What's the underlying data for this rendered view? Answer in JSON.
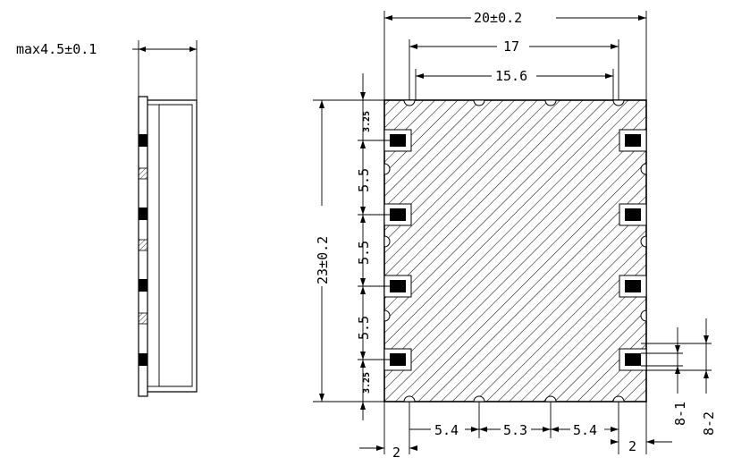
{
  "side_view": {
    "thickness_label": "max4.5±0.1"
  },
  "top_view": {
    "width_overall_label": "20±0.2",
    "width_pad_centers_label": "17",
    "width_inner_label": "15.6",
    "height_overall_label": "23±0.2",
    "edge_margin_top_label": "3.25",
    "edge_margin_bottom_label": "3.25",
    "pitch_labels": [
      "5.5",
      "5.5",
      "5.5"
    ],
    "bottom_spacing_labels": [
      "5.4",
      "5.3",
      "5.4"
    ],
    "bottom_left_offset_label": "2",
    "bottom_right_offset_label": "2",
    "pad_dim_1_label": "8-1",
    "pad_dim_2_label": "8-2"
  },
  "colors": {
    "ink": "#000000",
    "paper": "#ffffff"
  }
}
